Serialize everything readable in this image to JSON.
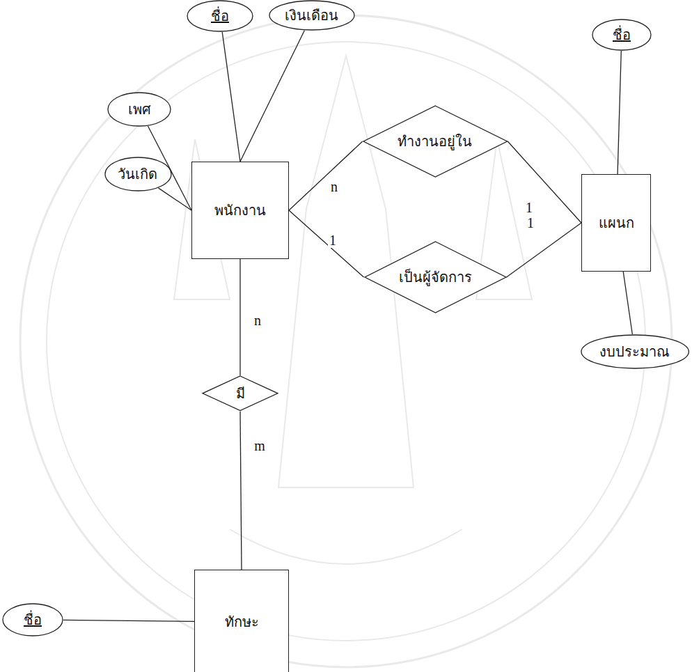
{
  "diagram": {
    "nodes": [
      {
        "text": [
          "ชื่อ"
        ]
      },
      {
        "text": [
          "เงินเดือน"
        ]
      },
      {
        "text": [
          "ชื่อ"
        ]
      },
      {
        "text": [
          "เพศ"
        ]
      },
      {
        "text": [
          "ทำงานอยู่ใน"
        ]
      },
      {
        "text": [
          "พนักงาน"
        ]
      },
      {
        "text": [
          "แผนก"
        ]
      },
      {
        "text": [
          "วันเกิด"
        ]
      },
      {
        "text": [
          "เป็นผู้จัดการ"
        ]
      },
      {
        "text": [
          "มี"
        ]
      },
      {
        "text": [
          "งบประมาณ"
        ]
      },
      {
        "text": [
          "ทักษะ"
        ]
      },
      {
        "text": [
          "ชื่อ"
        ]
      }
    ],
    "edges": [
      {
        "from": 0,
        "to": 5,
        "arrow": "none"
      },
      {
        "from": 1,
        "to": 5,
        "arrow": "none"
      },
      {
        "from": 3,
        "to": 5,
        "arrow": "none"
      },
      {
        "from": 7,
        "to": 5,
        "arrow": "none"
      },
      {
        "from": 2,
        "to": 6,
        "arrow": "none"
      },
      {
        "from": 6,
        "to": 10,
        "arrow": "none"
      },
      {
        "from": 12,
        "to": 11,
        "arrow": "none"
      },
      {
        "from": 5,
        "to": 4,
        "label": "n",
        "arrow": "none"
      },
      {
        "from": 4,
        "to": 6,
        "label": "1",
        "arrow": "none"
      },
      {
        "from": 5,
        "to": 8,
        "label": "1",
        "arrow": "none"
      },
      {
        "from": 8,
        "to": 6,
        "label": "1",
        "arrow": "none"
      },
      {
        "from": 5,
        "to": 9,
        "label": "n",
        "arrow": "none"
      },
      {
        "from": 9,
        "to": 11,
        "label": "m",
        "arrow": "none"
      }
    ]
  }
}
